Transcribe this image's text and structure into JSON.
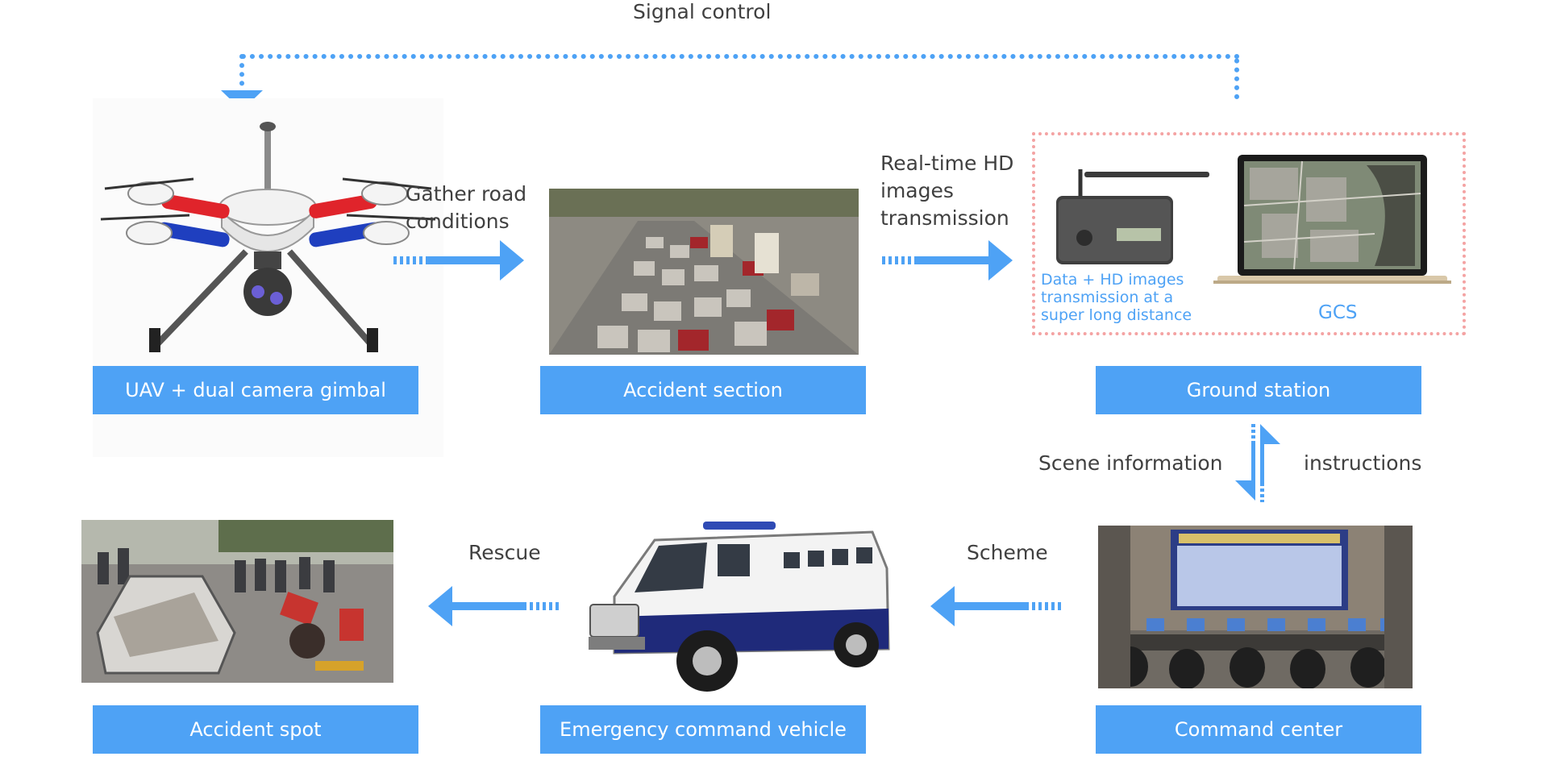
{
  "nodes": {
    "uav": {
      "label": "UAV + dual camera gimbal"
    },
    "accident_section": {
      "label": "Accident section"
    },
    "ground_station": {
      "label": "Ground station"
    },
    "accident_spot": {
      "label": "Accident spot"
    },
    "emergency_vehicle": {
      "label": "Emergency command vehicle"
    },
    "command_center": {
      "label": "Command center"
    }
  },
  "edges": {
    "signal_control": "Signal control",
    "gather_road": [
      "Gather road",
      "conditions"
    ],
    "realtime_hd": [
      "Real-time HD",
      "images",
      "transmission"
    ],
    "scene_information": "Scene information",
    "instructions": "instructions",
    "scheme": "Scheme",
    "rescue": "Rescue"
  },
  "ground_station_panel": {
    "data_note": [
      "Data + HD images",
      "transmission at a",
      "super long distance"
    ],
    "gcs_label": "GCS"
  },
  "colors": {
    "accent_blue": "#4ea2f5",
    "panel_dotted_border": "#f4a3a3",
    "caption_text": "#404040"
  },
  "icons": {
    "uav": "drone-image",
    "accident_section": "traffic-jam-photo",
    "transmitter": "radio-transmitter-image",
    "gcs_laptop": "laptop-map-image",
    "accident_spot": "car-crash-photo",
    "emergency_vehicle": "police-van-image",
    "command_center": "control-room-photo"
  }
}
